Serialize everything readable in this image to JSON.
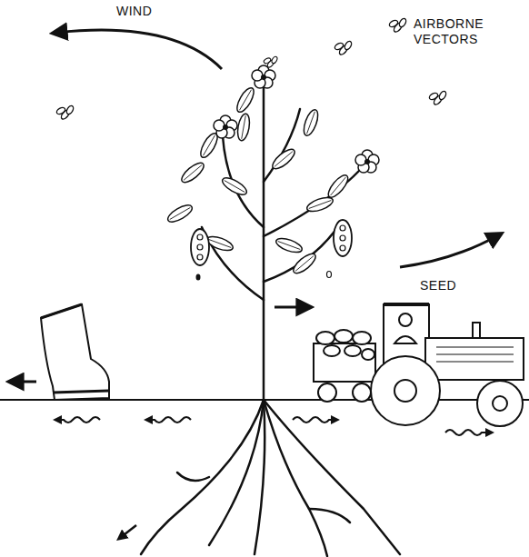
{
  "diagram": {
    "labels": [
      "WIND",
      "AIRBORNE VECTORS",
      "SEED"
    ]
  }
}
